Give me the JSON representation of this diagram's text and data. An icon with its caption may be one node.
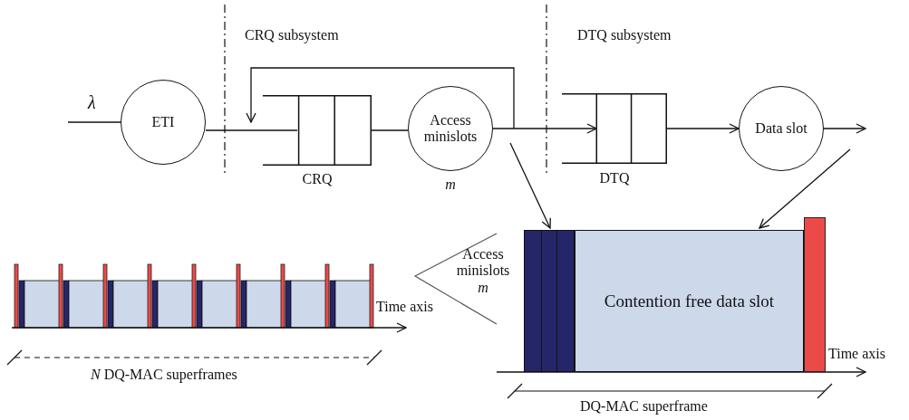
{
  "diagram": {
    "nodes": [
      {
        "text": [
          "ETI"
        ]
      },
      {
        "text": [],
        "shape": "box",
        "beside": [
          "CRQ"
        ]
      },
      {
        "text": [
          "Access minislots"
        ],
        "beside": [
          "m"
        ]
      },
      {
        "text": [],
        "shape": "box",
        "beside": [
          "DTQ"
        ]
      },
      {
        "text": [
          "Data slot"
        ]
      },
      {
        "text": [],
        "shape": "bar"
      },
      {
        "text": [
          "Contention free data slot"
        ]
      },
      {
        "text": [],
        "shape": "bar"
      }
    ],
    "edges": [
      {
        "from": null,
        "to": 0,
        "arrow": "none",
        "label": "λ"
      },
      {
        "from": 0,
        "to": 1,
        "arrow": "none"
      },
      {
        "from": 2,
        "to": 1,
        "arrow": "to"
      },
      {
        "from": 1,
        "to": 2,
        "arrow": "none"
      },
      {
        "from": 2,
        "to": 3,
        "arrow": "to"
      },
      {
        "from": 3,
        "to": 4,
        "arrow": "to"
      },
      {
        "from": 4,
        "to": null,
        "arrow": "to"
      },
      {
        "from": 2,
        "to": 5,
        "arrow": "to"
      },
      {
        "from": 4,
        "to": 6,
        "arrow": "to"
      }
    ],
    "labels": [
      "CRQ subsystem",
      "DTQ subsystem",
      "Time axis",
      "Access minislots *m*",
      "Time axis",
      "*N* DQ-MAC superframes",
      "DQ-MAC superframe"
    ]
  }
}
